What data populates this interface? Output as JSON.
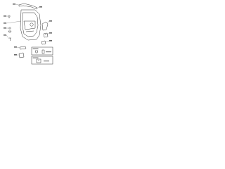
{
  "diagram": {
    "type": "exploded-parts-diagram",
    "subject": "rear-door-trim",
    "line_color": "#333333",
    "callouts": [
      {
        "id": "c1"
      },
      {
        "id": "c2"
      },
      {
        "id": "c3"
      },
      {
        "id": "c4"
      },
      {
        "id": "c5"
      },
      {
        "id": "c6"
      },
      {
        "id": "c7"
      },
      {
        "id": "c8"
      },
      {
        "id": "c9"
      },
      {
        "id": "c10"
      },
      {
        "id": "c11"
      },
      {
        "id": "c12"
      },
      {
        "id": "c13"
      },
      {
        "id": "c14"
      }
    ],
    "insets": [
      {
        "id": "inset-clip-box",
        "label": ""
      },
      {
        "id": "inset-bracket-box",
        "label": ""
      }
    ]
  }
}
